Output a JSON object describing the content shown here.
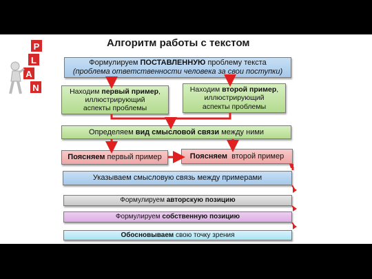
{
  "title": "Алгоритм работы с текстом",
  "logo": {
    "letters": [
      "P",
      "L",
      "A",
      "N"
    ],
    "icon": "plan-figure-icon"
  },
  "boxes": {
    "b1": {
      "pre": "Формулируем ",
      "bold": "ПОСТАВЛЕННУЮ",
      "post": " проблему текста",
      "line2": "(проблема ответственности человека за свои поступки)"
    },
    "b2": {
      "pre": "Находим ",
      "bold": "первый пример",
      "post": ",",
      "line2": "иллюстрирующий",
      "line3": "аспекты проблемы"
    },
    "b3": {
      "pre": "Находим ",
      "bold": "второй пример",
      "post": ",",
      "line2": "иллюстрирующий",
      "line3": "аспекты проблемы"
    },
    "b4": {
      "pre": "Определяем ",
      "bold": "вид смысловой связи",
      "post": " между ними"
    },
    "b5": {
      "bold": "Поясняем",
      "post": " первый пример"
    },
    "b6": {
      "bold": "Поясняем",
      "post": "  второй пример"
    },
    "b7": {
      "text": "Указываем смысловую связь между примерами"
    },
    "b8": {
      "pre": "Формулируем ",
      "bold": "авторскую позицию"
    },
    "b9": {
      "pre": "Формулируем ",
      "bold": "собственную позицию"
    },
    "b10": {
      "bold": "Обосновываем",
      "post": " свою точку зрения"
    }
  },
  "colors": {
    "arrow": "#e02020",
    "blue": "#b8d4ef",
    "green": "#c4e5a5",
    "pink": "#f3b6b6",
    "gray": "#d6d6d6",
    "violet": "#e4bde9",
    "cyan": "#bdebf7"
  }
}
